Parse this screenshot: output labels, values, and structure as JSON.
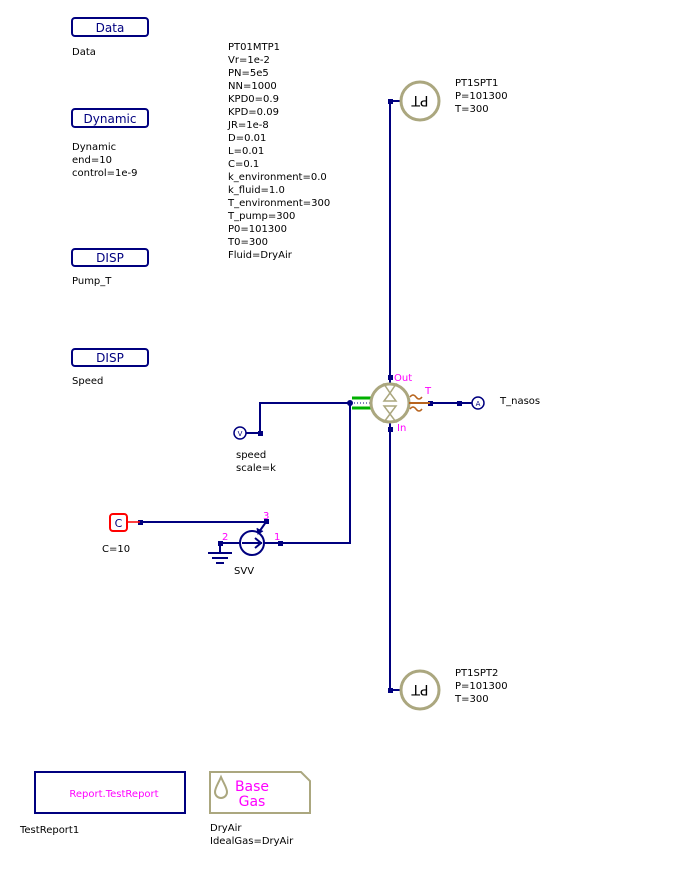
{
  "blocks": {
    "data": {
      "button": "Data",
      "lines": [
        "Data"
      ]
    },
    "dynamic": {
      "button": "Dynamic",
      "lines": [
        "Dynamic",
        "end=10",
        "control=1e-9"
      ]
    },
    "disp_pump": {
      "button": "DISP",
      "lines": [
        "Pump_T"
      ]
    },
    "disp_speed": {
      "button": "DISP",
      "lines": [
        "Speed"
      ]
    }
  },
  "pump": {
    "params": [
      "PT01MTP1",
      "Vr=1e-2",
      "PN=5e5",
      "NN=1000",
      "KPD0=0.9",
      "KPD=0.09",
      "JR=1e-8",
      "D=0.01",
      "L=0.01",
      "C=0.1",
      "k_environment=0.0",
      "k_fluid=1.0",
      "T_environment=300",
      "T_pump=300",
      "P0=101300",
      "T0=300",
      "Fluid=DryAir"
    ],
    "port_out": "Out",
    "port_in": "In",
    "port_t": "T"
  },
  "source_top": {
    "symbol": "PT",
    "lines": [
      "PT1SPT1",
      "P=101300",
      "T=300"
    ]
  },
  "source_bottom": {
    "symbol": "PT",
    "lines": [
      "PT1SPT2",
      "P=101300",
      "T=300"
    ]
  },
  "sensor_t": {
    "symbol": "A",
    "label": "T_nasos"
  },
  "speed": {
    "symbol": "V",
    "lines": [
      "speed",
      "scale=k"
    ]
  },
  "constant": {
    "symbol": "C",
    "label": "C=10"
  },
  "valve": {
    "label": "SVV",
    "port1": "1",
    "port2": "2",
    "port3": "3"
  },
  "report": {
    "text": "Report.TestReport",
    "label": "TestReport1"
  },
  "gas": {
    "line1": "Base",
    "line2": "Gas",
    "lines": [
      "DryAir",
      "IdealGas=DryAir"
    ]
  },
  "colors": {
    "wire": "#00007f",
    "component": "#aba77f",
    "label_accent": "#ff00ff",
    "constant_border": "#ff0000",
    "thermal": "#b8641e",
    "mech": "#00b000"
  }
}
